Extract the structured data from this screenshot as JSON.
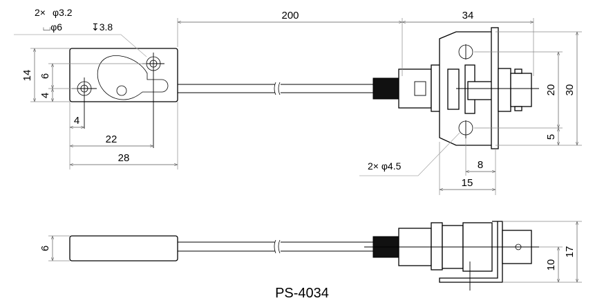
{
  "drawing": {
    "title": "PS-4034",
    "notes": {
      "sensor_holes_count": "2×",
      "sensor_hole_diameter": "φ3.2",
      "counterbore": "⌴φ6",
      "counterbore_depth": "↧3.8",
      "flange_holes": "2× φ4.5"
    },
    "dimensions": {
      "cable_length": "200",
      "connector_length": "34",
      "sensor_height": "14",
      "hole_spacing_v": "6",
      "hole_offset_bottom": "4",
      "hole_offset_left": "4",
      "hole_spacing_h": "22",
      "sensor_width": "28",
      "flange_hole_pitch": "20",
      "flange_height": "30",
      "flange_hole_offset": "5",
      "flange_hole_x": "8",
      "flange_width": "15",
      "sensor_thickness": "6",
      "connector_height": "17",
      "connector_center": "10"
    }
  }
}
